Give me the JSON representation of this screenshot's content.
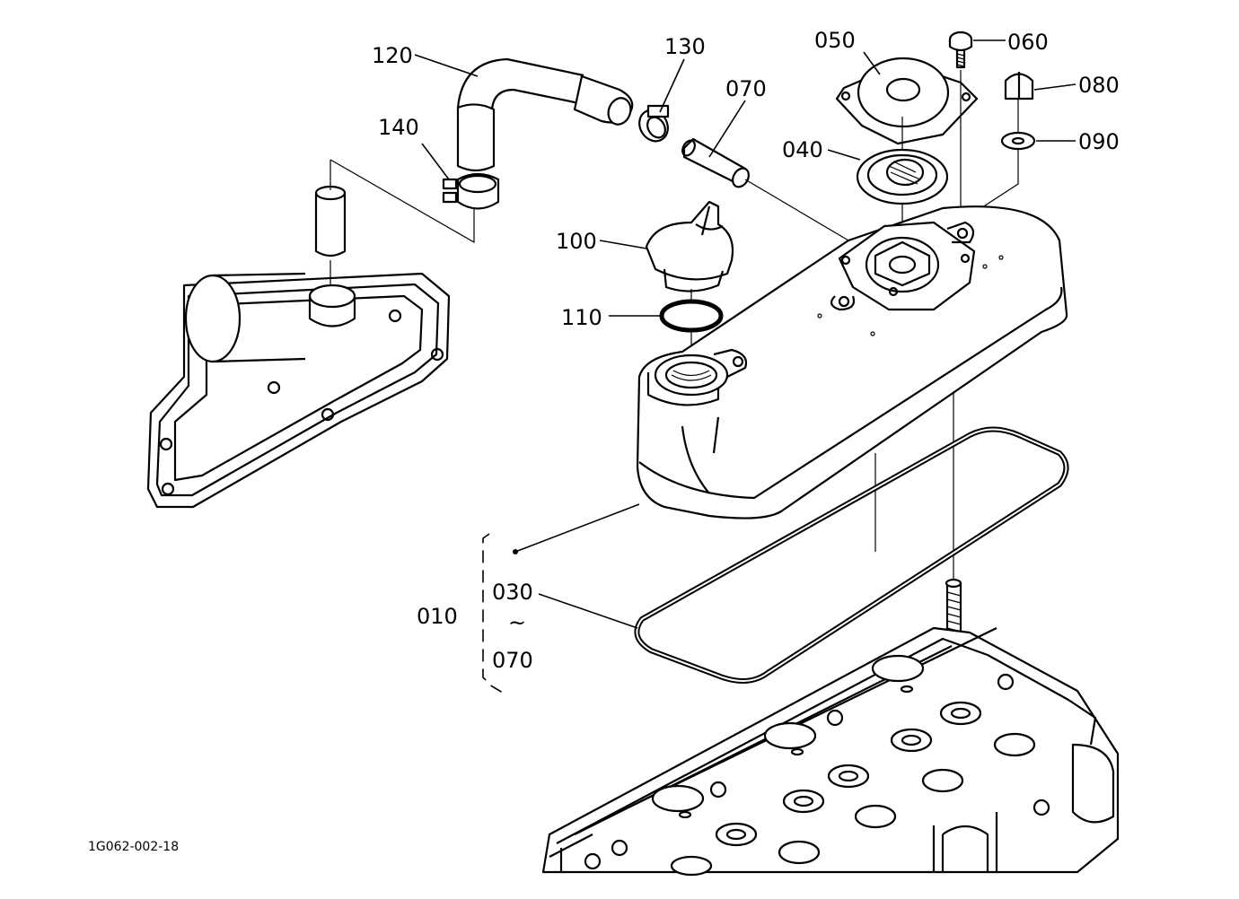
{
  "diagram": {
    "reference_code": "1G062-002-18",
    "labels": {
      "p120": "120",
      "p130": "130",
      "p070_top": "070",
      "p050": "050",
      "p060": "060",
      "p080": "080",
      "p090": "090",
      "p140": "140",
      "p040": "040",
      "p100": "100",
      "p110": "110",
      "p010": "010",
      "p030": "030",
      "range_sep": "~",
      "p070_bottom": "070"
    },
    "icons": [
      "breather-hose",
      "hose-clamp",
      "breather-pipe",
      "cover-plate",
      "bolt",
      "cap-nut",
      "washer",
      "oil-filler-cap",
      "o-ring",
      "valve-cover",
      "gasket",
      "intake-manifold",
      "cylinder-head",
      "stud-bolt"
    ]
  }
}
